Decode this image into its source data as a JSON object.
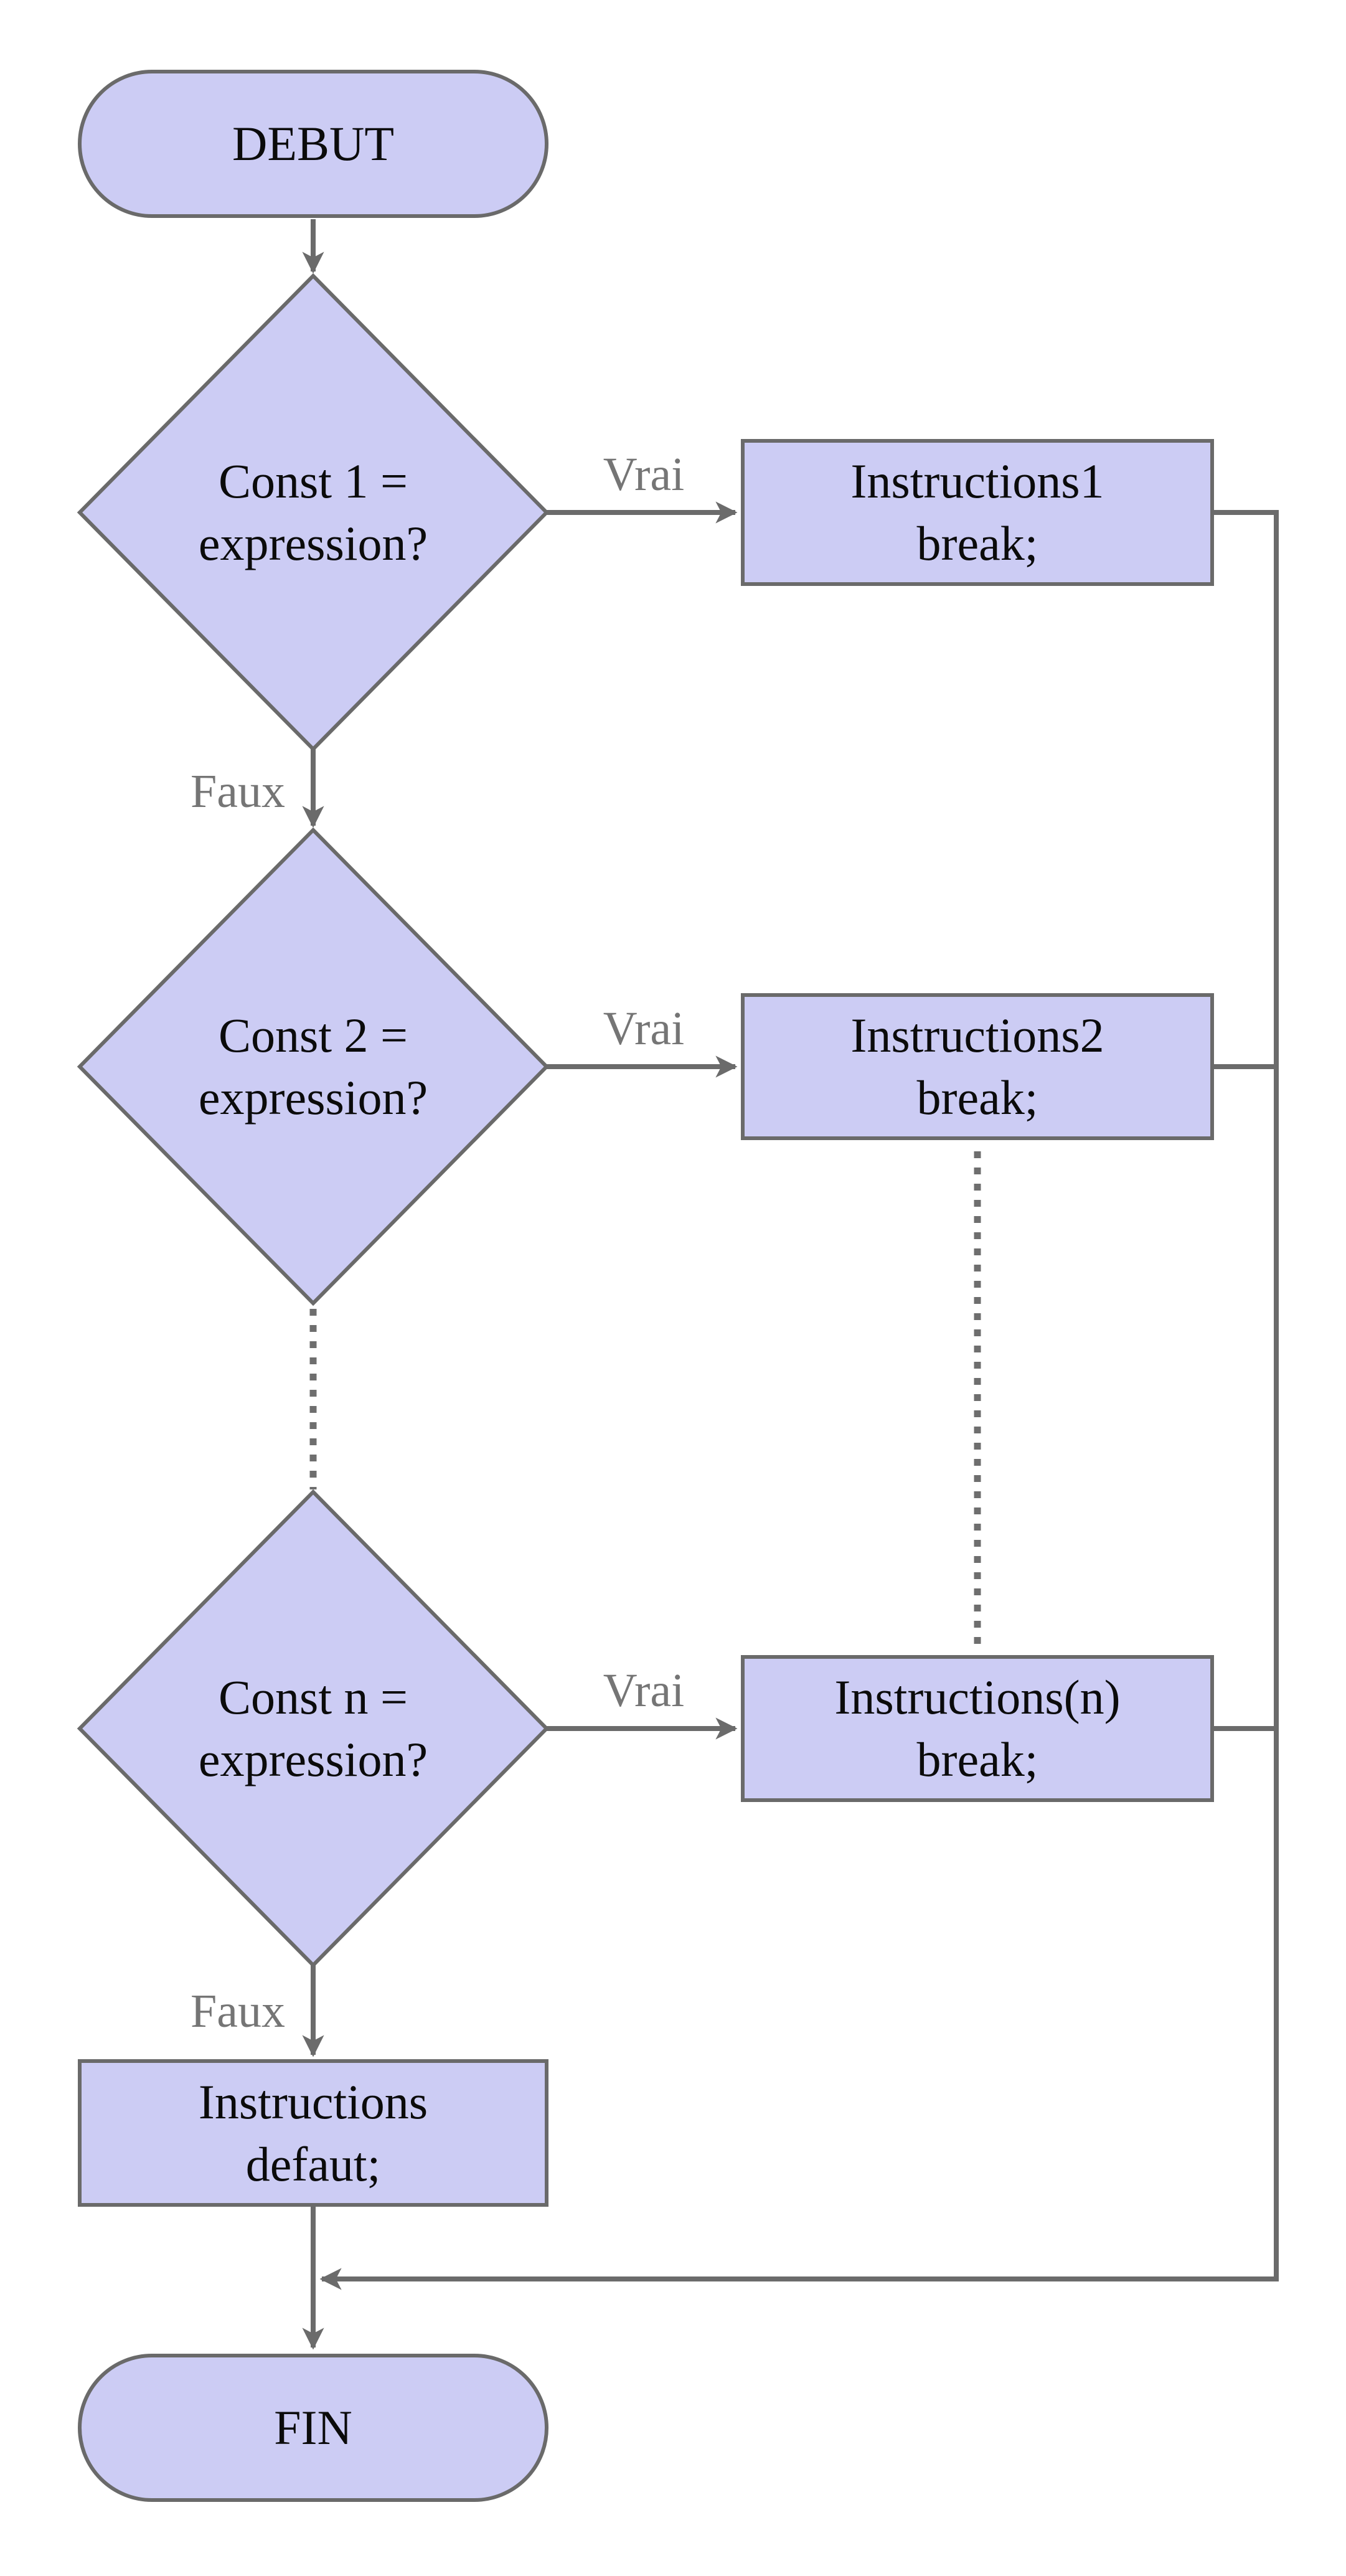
{
  "nodes": {
    "start": {
      "label": "DEBUT"
    },
    "decision1": {
      "line1": "Const 1 =",
      "line2": "expression?"
    },
    "decision2": {
      "line1": "Const 2 =",
      "line2": "expression?"
    },
    "decision3": {
      "line1": "Const n =",
      "line2": "expression?"
    },
    "action1": {
      "line1": "Instructions1",
      "line2": "break;"
    },
    "action2": {
      "line1": "Instructions2",
      "line2": "break;"
    },
    "action3": {
      "line1": "Instructions(n)",
      "line2": "break;"
    },
    "action_default": {
      "line1": "Instructions",
      "line2": "defaut;"
    },
    "end": {
      "label": "FIN"
    }
  },
  "edge_labels": {
    "vrai": "Vrai",
    "faux": "Faux"
  },
  "colors": {
    "node_fill": "#ccccf4",
    "node_border": "#6a6a6a",
    "line": "#6b6b6b",
    "label_text": "#757575",
    "node_text": "#0b0b0b",
    "background": "#ffffff"
  }
}
